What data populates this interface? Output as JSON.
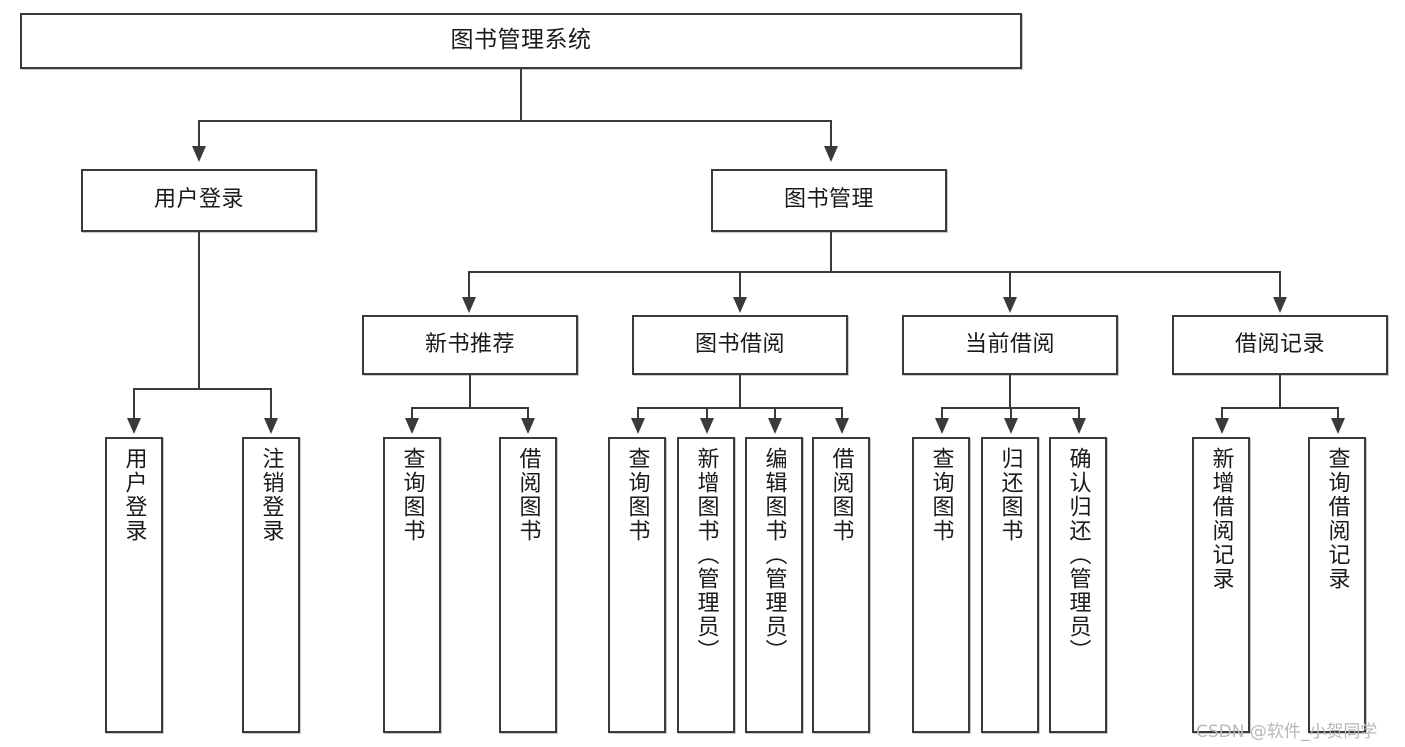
{
  "diagram": {
    "type": "tree-hierarchy-diagram",
    "title": "图书管理系统",
    "root": {
      "id": "root",
      "label": "图书管理系统"
    },
    "level1": [
      {
        "id": "user-login",
        "label": "用户登录"
      },
      {
        "id": "book-management",
        "label": "图书管理"
      }
    ],
    "level2": [
      {
        "id": "new-book-recommend",
        "label": "新书推荐",
        "parent": "book-management"
      },
      {
        "id": "book-borrow",
        "label": "图书借阅",
        "parent": "book-management"
      },
      {
        "id": "current-borrow",
        "label": "当前借阅",
        "parent": "book-management"
      },
      {
        "id": "borrow-record",
        "label": "借阅记录",
        "parent": "book-management"
      }
    ],
    "leaves": [
      {
        "id": "leaf-user-login",
        "label": "用户登录",
        "parent": "user-login"
      },
      {
        "id": "leaf-logout-login",
        "label": "注销登录",
        "parent": "user-login"
      },
      {
        "id": "leaf-query-book-1",
        "label": "查询图书",
        "parent": "new-book-recommend"
      },
      {
        "id": "leaf-borrow-book-1",
        "label": "借阅图书",
        "parent": "new-book-recommend"
      },
      {
        "id": "leaf-query-book-2",
        "label": "查询图书",
        "parent": "book-borrow"
      },
      {
        "id": "leaf-add-book",
        "label": "新增图书（管理员）",
        "parent": "book-borrow"
      },
      {
        "id": "leaf-edit-book",
        "label": "编辑图书（管理员）",
        "parent": "book-borrow"
      },
      {
        "id": "leaf-borrow-book-2",
        "label": "借阅图书",
        "parent": "book-borrow"
      },
      {
        "id": "leaf-query-book-3",
        "label": "查询图书",
        "parent": "current-borrow"
      },
      {
        "id": "leaf-return-book",
        "label": "归还图书",
        "parent": "current-borrow"
      },
      {
        "id": "leaf-confirm-return",
        "label": "确认归还（管理员）",
        "parent": "current-borrow"
      },
      {
        "id": "leaf-add-record",
        "label": "新增借阅记录",
        "parent": "borrow-record"
      },
      {
        "id": "leaf-query-record",
        "label": "查询借阅记录",
        "parent": "borrow-record"
      }
    ]
  },
  "watermark": {
    "text": "CSDN @软件_小贺同学"
  },
  "colors": {
    "box_border": "#3a3a3a",
    "box_fill": "#ffffff",
    "line": "#3a3a3a",
    "text": "#1a1a1a",
    "watermark": "#b8b8b8",
    "background": "#ffffff"
  }
}
